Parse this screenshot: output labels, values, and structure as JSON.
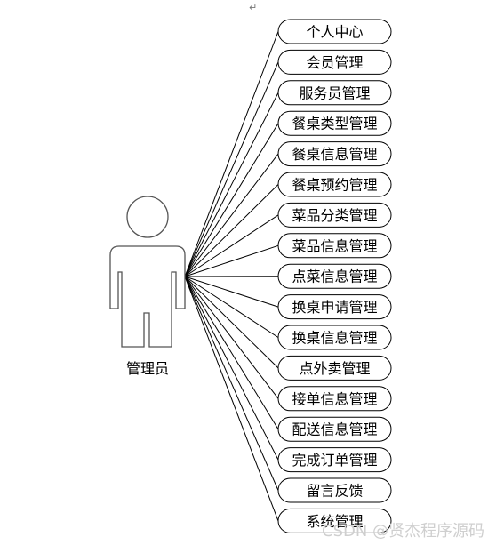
{
  "paragraph_mark": "↵",
  "actor": {
    "label": "管理员"
  },
  "use_cases": [
    "个人中心",
    "会员管理",
    "服务员管理",
    "餐桌类型管理",
    "餐桌信息管理",
    "餐桌预约管理",
    "菜品分类管理",
    "菜品信息管理",
    "点菜信息管理",
    "换桌申请管理",
    "换桌信息管理",
    "点外卖管理",
    "接单信息管理",
    "配送信息管理",
    "完成订单管理",
    "留言反馈",
    "系统管理"
  ],
  "watermark": "CSDN @贤杰程序源码"
}
